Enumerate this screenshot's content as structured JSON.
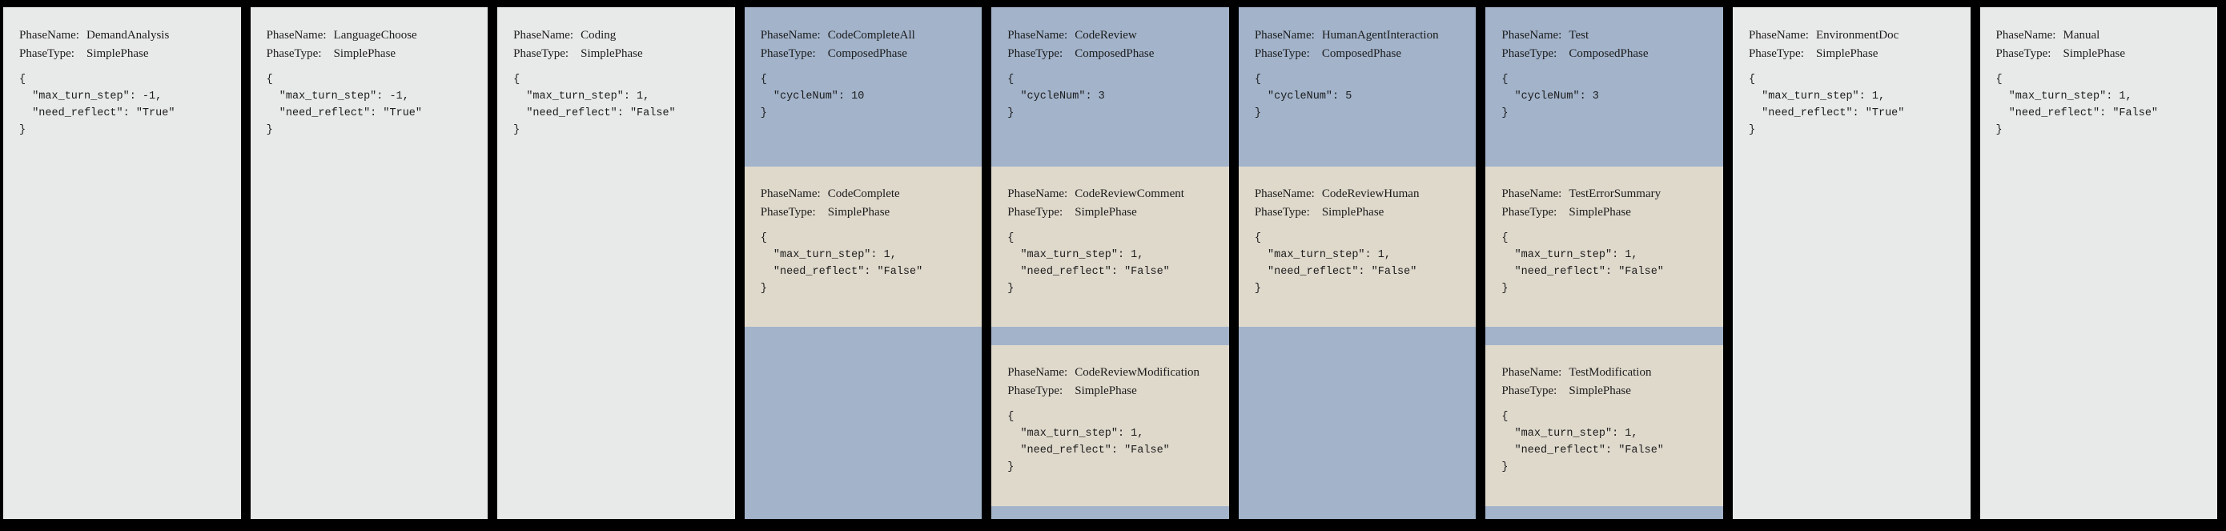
{
  "figure": {
    "description": "Phase configuration cards diagram",
    "colors": {
      "canvas_bg": "#000000",
      "simple_phase_bg": "#e8eae9",
      "composed_phase_bg": "#a2b3ca",
      "nested_phase_bg": "#dfd9cc",
      "text": "#1c1c1c"
    }
  },
  "labels": {
    "phase_name": "PhaseName:",
    "phase_type": "PhaseType:"
  },
  "phases": [
    {
      "name": "DemandAnalysis",
      "type": "SimplePhase",
      "config": "{\n  \"max_turn_step\": -1,\n  \"need_reflect\": \"True\"\n}"
    },
    {
      "name": "LanguageChoose",
      "type": "SimplePhase",
      "config": "{\n  \"max_turn_step\": -1,\n  \"need_reflect\": \"True\"\n}"
    },
    {
      "name": "Coding",
      "type": "SimplePhase",
      "config": "{\n  \"max_turn_step\": 1,\n  \"need_reflect\": \"False\"\n}"
    },
    {
      "name": "CodeCompleteAll",
      "type": "ComposedPhase",
      "config": "{\n  \"cycleNum\": 10\n}",
      "children": [
        {
          "name": "CodeComplete",
          "type": "SimplePhase",
          "config": "{\n  \"max_turn_step\": 1,\n  \"need_reflect\": \"False\"\n}"
        }
      ]
    },
    {
      "name": "CodeReview",
      "type": "ComposedPhase",
      "config": "{\n  \"cycleNum\": 3\n}",
      "children": [
        {
          "name": "CodeReviewComment",
          "type": "SimplePhase",
          "config": "{\n  \"max_turn_step\": 1,\n  \"need_reflect\": \"False\"\n}"
        },
        {
          "name": "CodeReviewModification",
          "type": "SimplePhase",
          "config": "{\n  \"max_turn_step\": 1,\n  \"need_reflect\": \"False\"\n}"
        }
      ]
    },
    {
      "name": "HumanAgentInteraction",
      "type": "ComposedPhase",
      "config": "{\n  \"cycleNum\": 5\n}",
      "children": [
        {
          "name": "CodeReviewHuman",
          "type": "SimplePhase",
          "config": "{\n  \"max_turn_step\": 1,\n  \"need_reflect\": \"False\"\n}"
        }
      ]
    },
    {
      "name": "Test",
      "type": "ComposedPhase",
      "config": "{\n  \"cycleNum\": 3\n}",
      "children": [
        {
          "name": "TestErrorSummary",
          "type": "SimplePhase",
          "config": "{\n  \"max_turn_step\": 1,\n  \"need_reflect\": \"False\"\n}"
        },
        {
          "name": "TestModification",
          "type": "SimplePhase",
          "config": "{\n  \"max_turn_step\": 1,\n  \"need_reflect\": \"False\"\n}"
        }
      ]
    },
    {
      "name": "EnvironmentDoc",
      "type": "SimplePhase",
      "config": "{\n  \"max_turn_step\": 1,\n  \"need_reflect\": \"True\"\n}"
    },
    {
      "name": "Manual",
      "type": "SimplePhase",
      "config": "{\n  \"max_turn_step\": 1,\n  \"need_reflect\": \"False\"\n}"
    }
  ]
}
